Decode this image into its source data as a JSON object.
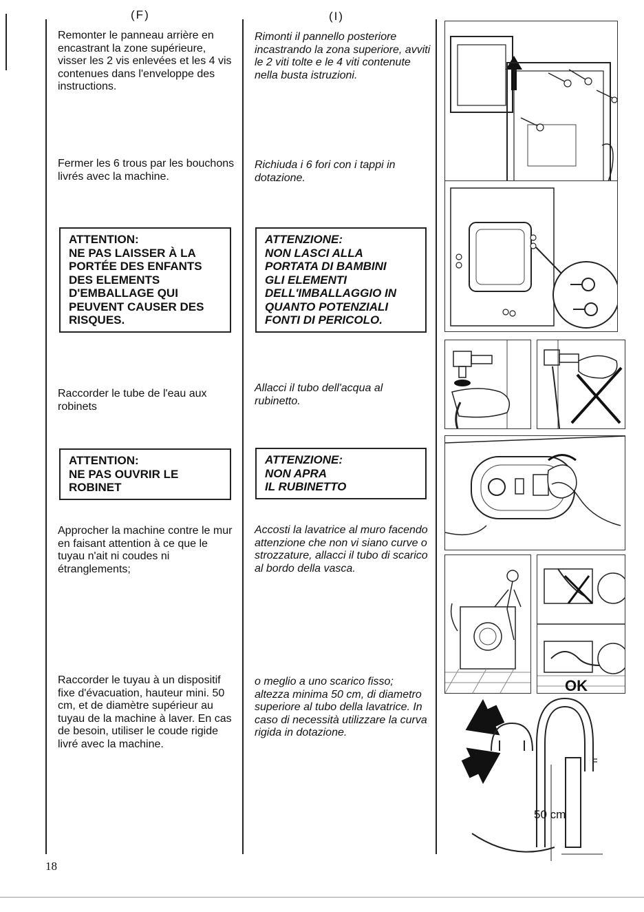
{
  "header": {
    "fr_label": "F",
    "it_label": "I"
  },
  "sections": [
    {
      "fr": "Remonter le panneau arrière en encastrant la zone supérieure, visser les 2 vis enlevées et les 4 vis contenues dans l'enveloppe des instructions.",
      "it": "Rimonti il pannello posteriore incastrando la zona superiore, avviti le 2 viti tolte e le 4 viti contenute nella busta istruzioni."
    },
    {
      "fr": "Fermer les 6 trous par les bouchons livrés avec la machine.",
      "it": "Richiuda i 6 fori con i tappi in dotazione."
    },
    {
      "fr": "Raccorder le tube de l'eau aux robinets",
      "it": "Allacci il tubo dell'acqua al rubinetto."
    },
    {
      "fr": "Approcher la machine contre le mur en faisant attention à ce que le tuyau n'ait ni coudes ni étranglements;",
      "it": "Accosti la lavatrice al muro facendo attenzione che non vi siano curve o strozzature, allacci il tubo di scarico al bordo della vasca."
    },
    {
      "fr": "Raccorder le tuyau à un dispositif fixe d'évacuation, hauteur mini. 50 cm, et de diamètre supérieur au tuyau de la machine à laver. En cas de besoin, utiliser le coude rigide livré avec la machine.",
      "it": "o meglio a uno scarico fisso; altezza minima 50 cm, di diametro superiore al tubo della lavatrice. In caso di necessità utilizzare la curva rigida in dotazione."
    }
  ],
  "warnings": {
    "fr1": [
      "ATTENTION:",
      "NE PAS LAISSER À LA",
      "PORTÉE DES ENFANTS",
      "DES ELEMENTS",
      "D'EMBALLAGE QUI",
      "PEUVENT CAUSER DES",
      "RISQUES."
    ],
    "it1": [
      "ATTENZIONE:",
      "NON LASCI ALLA",
      "PORTATA DI BAMBINI",
      "GLI ELEMENTI",
      "DELL'IMBALLAGGIO IN",
      "QUANTO POTENZIALI",
      "FONTI DI PERICOLO."
    ],
    "fr2": [
      "ATTENTION:",
      "NE PAS OUVRIR LE",
      "ROBINET"
    ],
    "it2": [
      "ATTENZIONE:",
      "NON APRA",
      "IL RUBINETTO"
    ]
  },
  "figures": {
    "ok_label": "OK",
    "height_label": "50 cm"
  },
  "page_number": "18"
}
